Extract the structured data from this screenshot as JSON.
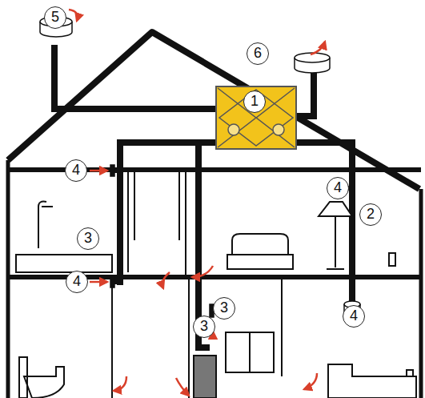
{
  "diagram": {
    "labels": [
      "5",
      "6",
      "1",
      "4",
      "4",
      "2",
      "3",
      "4",
      "3",
      "4",
      "3"
    ]
  }
}
